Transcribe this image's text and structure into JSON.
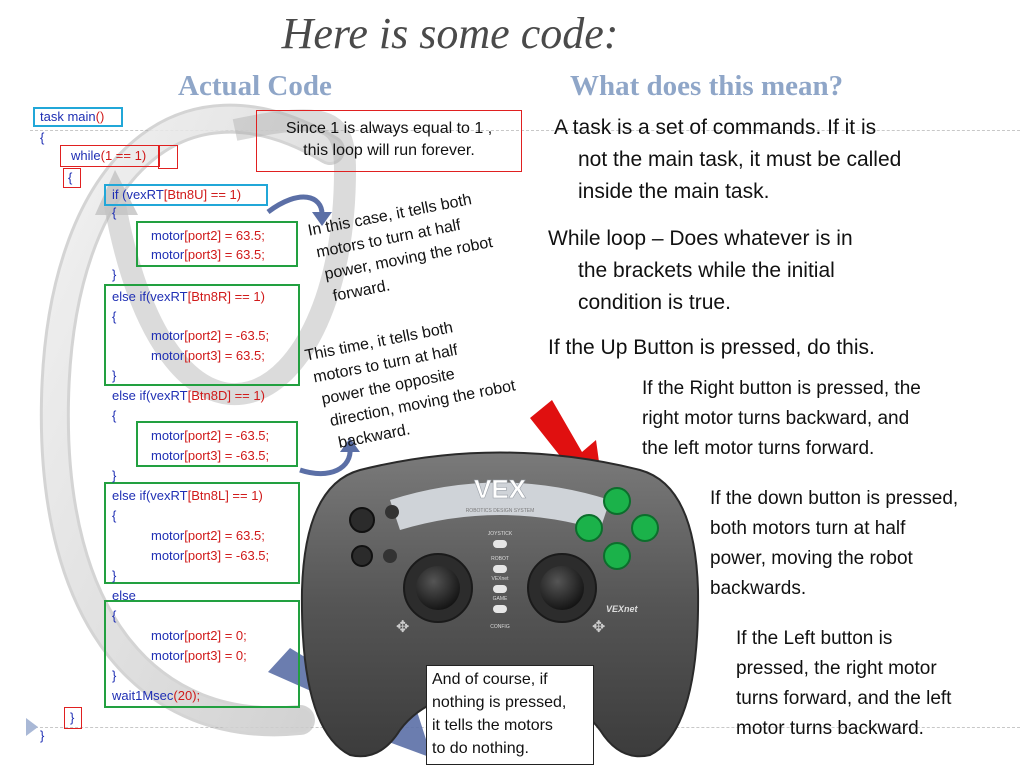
{
  "slide": {
    "title": "Here is some code:",
    "left_heading": "Actual Code",
    "right_heading": "What does this mean?"
  },
  "code": {
    "l1_kw": "task main",
    "l1_paren": "()",
    "l2": "{",
    "l3_kw": "while",
    "l3_cond": "(1 == 1)",
    "l4": "{",
    "l5_kw": "if (",
    "l5_fn": "vexRT",
    "l5_arg": "[Btn8U] == 1)",
    "l6": "{",
    "l7_fn": "motor",
    "l7_arg": "[port2] = 63.5;",
    "l8_fn": "motor",
    "l8_arg": "[port3] = 63.5;",
    "l9": "}",
    "l10_kw": "else if(",
    "l10_fn": "vexRT",
    "l10_arg": "[Btn8R] == 1)",
    "l11": "{",
    "l12_fn": "motor",
    "l12_arg": "[port2] = -63.5;",
    "l13_fn": "motor",
    "l13_arg": "[port3] = 63.5;",
    "l14": "}",
    "l15_kw": "else if(",
    "l15_fn": "vexRT",
    "l15_arg": "[Btn8D] == 1)",
    "l16": "{",
    "l17_fn": "motor",
    "l17_arg": "[port2] = -63.5;",
    "l18_fn": "motor",
    "l18_arg": "[port3] = -63.5;",
    "l19": "}",
    "l20_kw": "else if(",
    "l20_fn": "vexRT",
    "l20_arg": "[Btn8L] == 1)",
    "l21": "{",
    "l22_fn": "motor",
    "l22_arg": "[port2] = 63.5;",
    "l23_fn": "motor",
    "l23_arg": "[port3] = -63.5;",
    "l24": "}",
    "l25": "else",
    "l26": "{",
    "l27_fn": "motor",
    "l27_arg": "[port2] = 0;",
    "l28_fn": "motor",
    "l28_arg": "[port3] = 0;",
    "l29": "}",
    "l30_kw": "wait1Msec",
    "l30_arg": "(20);",
    "l31": "}",
    "l32": "}"
  },
  "notes": {
    "forever_1": "Since 1 is always equal to 1 ,",
    "forever_2": "this loop will run forever.",
    "case_up": [
      "In this case, it tells both",
      "motors to turn at half",
      "power, moving the robot",
      "forward."
    ],
    "case_right": [
      "This time, it tells both",
      "motors to turn at half",
      "power the opposite",
      "direction, moving the robot",
      "backward."
    ],
    "nothing": [
      "And of course, if",
      "nothing is pressed,",
      "it tells the motors",
      "to do nothing."
    ]
  },
  "explanations": {
    "task": [
      "A task is a set of commands.  If it is",
      "not the main task, it must be called",
      "inside the main task."
    ],
    "while": [
      "While loop – Does whatever is in",
      "the brackets while the initial",
      "condition is true."
    ],
    "up": "If the Up Button is pressed, do this.",
    "right": [
      "If the Right button is pressed, the",
      "right motor turns backward, and",
      "the left motor turns forward."
    ],
    "down": [
      "If the down button is pressed,",
      "both motors turn at half",
      "power, moving the robot",
      "backwards."
    ],
    "left": [
      "If the Left button is",
      "pressed, the right motor",
      "turns forward, and the left",
      "motor turns backward."
    ]
  },
  "controller": {
    "logo": "VEX",
    "brand_small": "ROBOTICS DESIGN SYSTEM",
    "model": "VEXnet",
    "menu_items": [
      "JOYSTICK",
      "ROBOT",
      "VEXnet",
      "GAME",
      "CONFIG"
    ],
    "button_color": "#1bb24a",
    "body_color": "#5a5a5a"
  },
  "colors": {
    "code_keyword": "#1f2fb4",
    "code_args": "#d01a1a",
    "box_main": "#21a7d8",
    "box_loop": "#e02020",
    "box_block": "#22a040",
    "arrow_red": "#e01010",
    "arrow_blue": "#5b6fa6"
  }
}
